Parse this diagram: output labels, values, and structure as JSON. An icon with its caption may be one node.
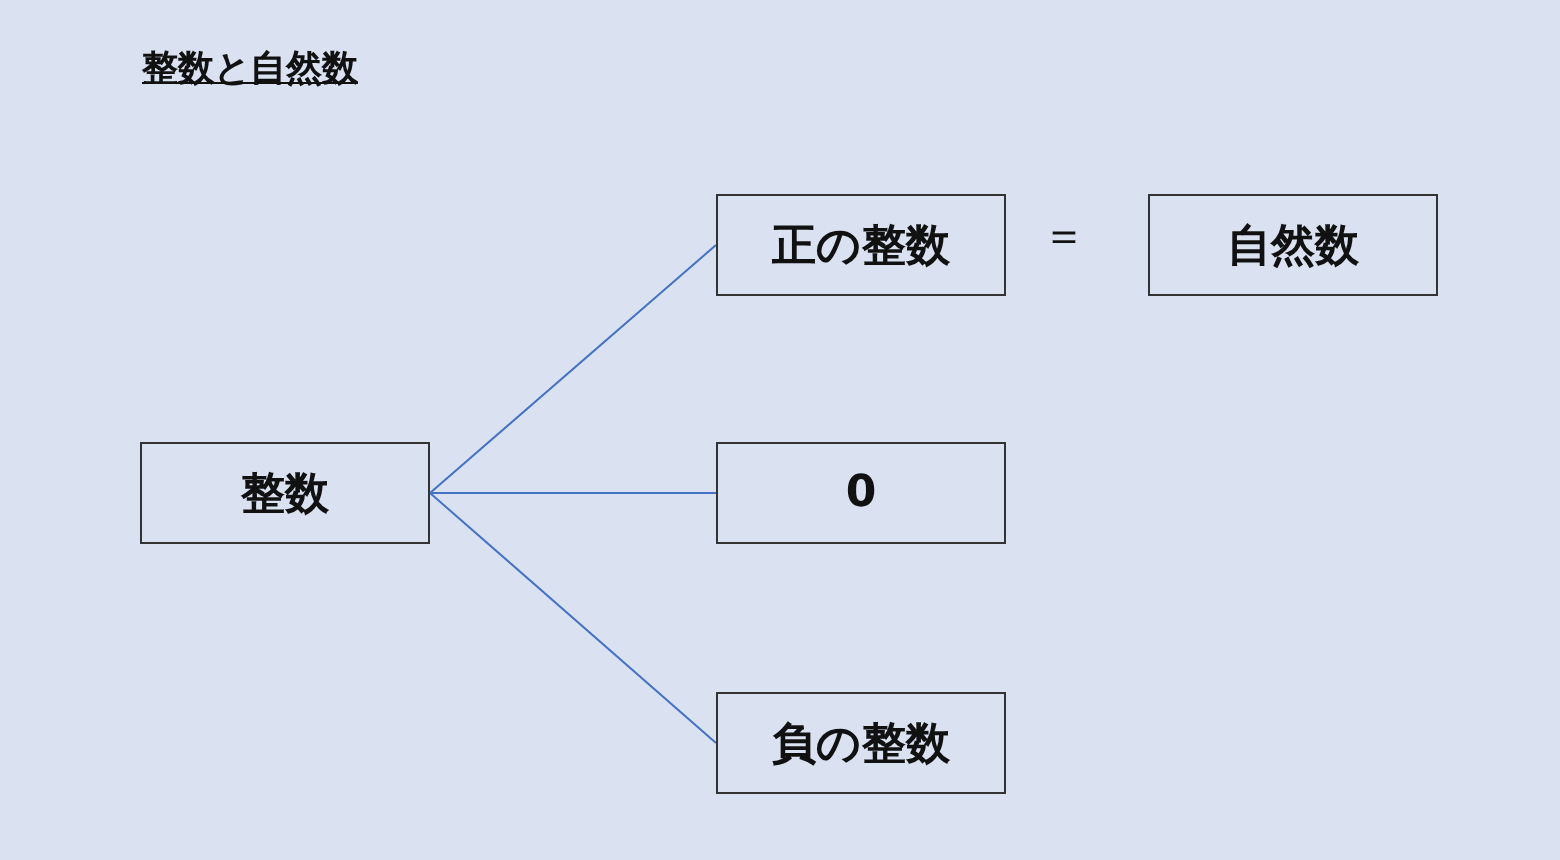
{
  "diagram": {
    "title": "整数と自然数",
    "nodes": [
      {
        "text": [
          "整数"
        ]
      },
      {
        "text": [
          "正の整数"
        ]
      },
      {
        "text": [
          "0"
        ]
      },
      {
        "text": [
          "負の整数"
        ]
      },
      {
        "text": [
          "自然数"
        ]
      }
    ],
    "edges": [
      {
        "from": 0,
        "to": 1,
        "arrow": "none"
      },
      {
        "from": 0,
        "to": 2,
        "arrow": "none"
      },
      {
        "from": 0,
        "to": 3,
        "arrow": "none"
      }
    ],
    "labels": [
      "＝"
    ]
  }
}
